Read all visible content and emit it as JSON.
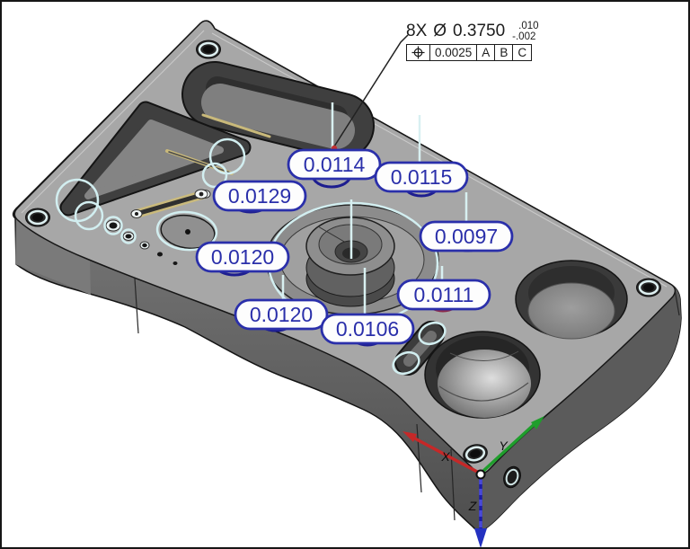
{
  "viewport": {
    "background": "#ffffff",
    "frame_color": "#161616",
    "description": "3D CAD inspection view of machined plate with measurement annotations"
  },
  "gdt_callout": {
    "count": "8X",
    "diameter_symbol": "Ø",
    "nominal_size": "0.3750",
    "upper_tol": ".010",
    "lower_tol": "-.002",
    "fcf_tolerance": "0.0025",
    "fcf_datum_a": "A",
    "fcf_datum_b": "B",
    "fcf_datum_c": "C"
  },
  "measurements": [
    {
      "value": "0.0114"
    },
    {
      "value": "0.0115"
    },
    {
      "value": "0.0129"
    },
    {
      "value": "0.0097"
    },
    {
      "value": "0.0120"
    },
    {
      "value": "0.0111"
    },
    {
      "value": "0.0120"
    },
    {
      "value": "0.0106"
    }
  ],
  "triad": {
    "x_label": "X",
    "y_label": "Y",
    "z_label": "Z"
  },
  "colors": {
    "bubble_border": "#2a2faa",
    "bubble_text": "#2a2faa",
    "bubble_fill": "#fdfdfd",
    "highlight_cyan": "#d2eef0",
    "measured_circle_blue": "#1d1d8f",
    "out_of_tol_circle": "#8b2a4a",
    "axis_x": "#c62828",
    "axis_y": "#1f9e2c",
    "axis_z": "#2431c0",
    "part_top_face": "#a7a7a7"
  }
}
